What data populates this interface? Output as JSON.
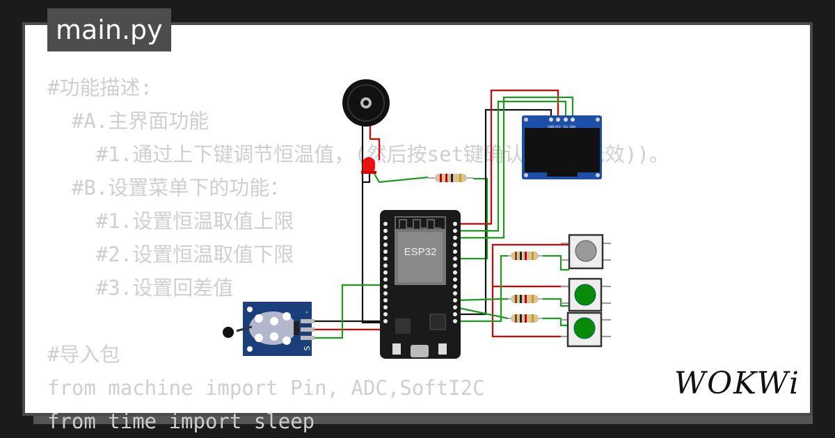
{
  "tab": {
    "filename": "main.py"
  },
  "code_lines": [
    "#功能描述:",
    "  #A.主界面功能",
    "    #1.通过上下键调节恒温值，(然后按set键确认（否则无效))。",
    "  #B.设置菜单下的功能：",
    "    #1.设置恒温取值上限",
    "    #2.设置恒温取值下限",
    "    #3.设置回差值",
    "",
    "#导入包",
    "from machine import Pin, ADC,SoftI2C",
    "from time import sleep"
  ],
  "board": {
    "label": "ESP32"
  },
  "oled": {
    "pins": [
      "GND",
      "VCC",
      "SCL",
      "SDA"
    ]
  },
  "sensor": {
    "label_minus": "-",
    "label_s": "S"
  },
  "brand": {
    "logo_text": "WOKWi"
  },
  "colors": {
    "wire_red": "#e00000",
    "wire_green": "#1a9a1a",
    "wire_black": "#111111",
    "board": "#1a1a1a",
    "oled_pcb": "#1e4fa8",
    "sensor_pcb": "#1b3f7a",
    "button_gray": "#9a9a9a",
    "button_green": "#0a8a0a"
  }
}
